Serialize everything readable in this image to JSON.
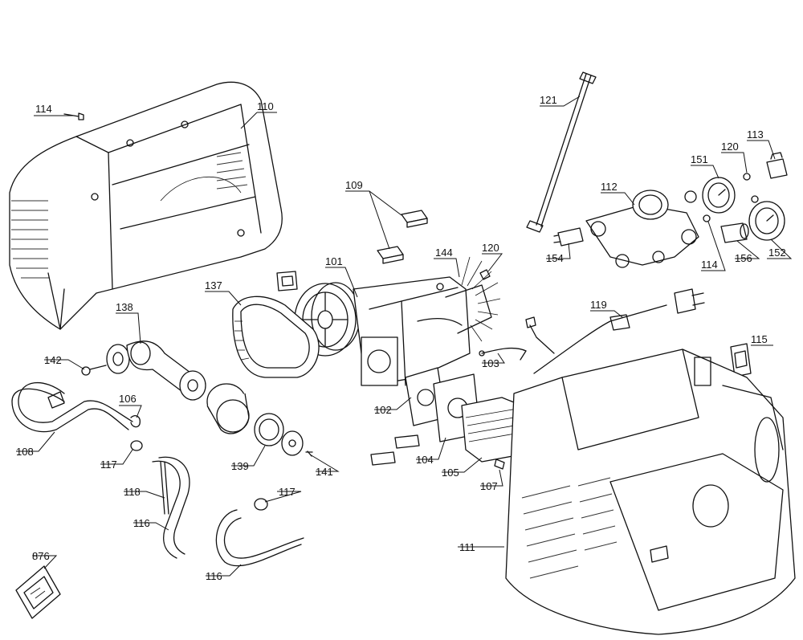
{
  "callouts": {
    "c114a": "114",
    "c110": "110",
    "c109": "109",
    "c101": "101",
    "c144": "144",
    "c120a": "120",
    "c121": "121",
    "c120b": "120",
    "c113": "113",
    "c151": "151",
    "c112": "112",
    "c154": "154",
    "c114b": "114",
    "c156": "156",
    "c152": "152",
    "c137": "137",
    "c138": "138",
    "c142": "142",
    "c119": "119",
    "c115": "115",
    "c103": "103",
    "c106": "106",
    "c108": "108",
    "c102": "102",
    "c104": "104",
    "c105": "105",
    "c117a": "117",
    "c139": "139",
    "c141": "141",
    "c107": "107",
    "c118": "118",
    "c117b": "117",
    "c116a": "116",
    "c111": "111",
    "c876": "876",
    "c116b": "116"
  }
}
